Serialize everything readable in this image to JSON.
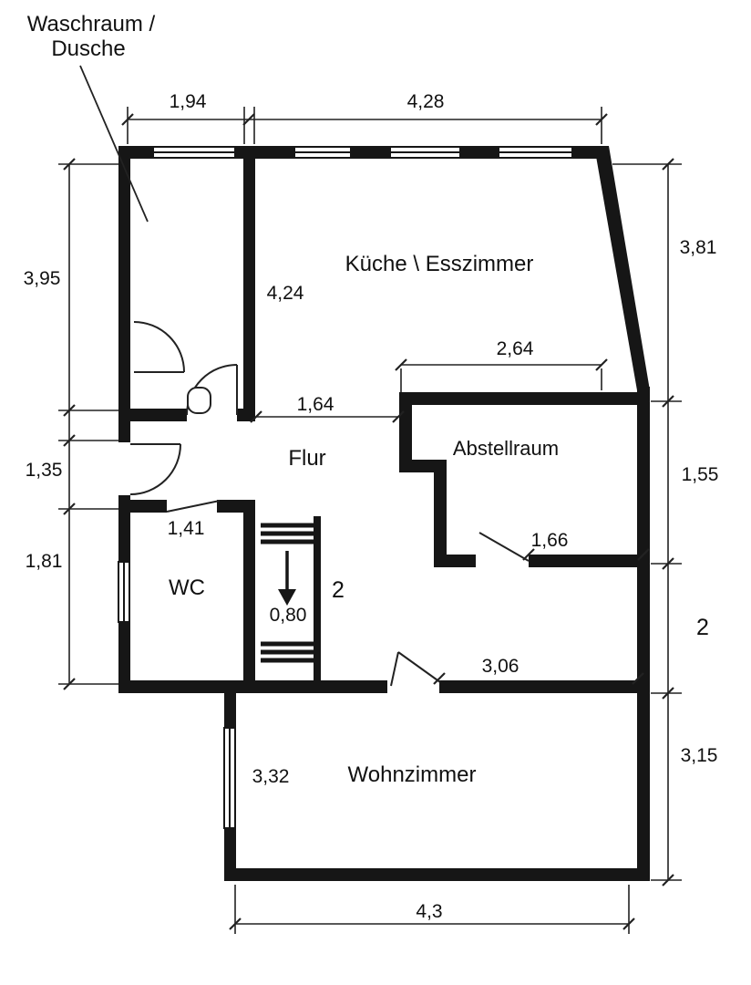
{
  "annotation": {
    "waschraum_line1": "Waschraum /",
    "waschraum_line2": "Dusche"
  },
  "rooms": {
    "kueche": "Küche \\ Esszimmer",
    "flur": "Flur",
    "abstellraum": "Abstellraum",
    "wc": "WC",
    "wohnzimmer": "Wohnzimmer"
  },
  "dims": {
    "top_left": "1,94",
    "top_right": "4,28",
    "left_waschraum": "3,95",
    "right_kueche": "3,81",
    "kueche_inner": "4,24",
    "abstellraum_top": "2,64",
    "flur_opening": "1,64",
    "left_entry": "1,35",
    "right_abstellraum": "1,55",
    "wc_door": "1,41",
    "left_wc": "1,81",
    "abstellraum_door": "1,66",
    "stairs_length": "2",
    "stairs_width": "0,80",
    "right_mid": "2",
    "wohnzimmer_top": "3,06",
    "right_wohnzimmer": "3,15",
    "wohnzimmer_left": "3,32",
    "bottom": "4,3"
  },
  "colors": {
    "wall": "#161616",
    "line": "#222222",
    "background": "#ffffff"
  }
}
